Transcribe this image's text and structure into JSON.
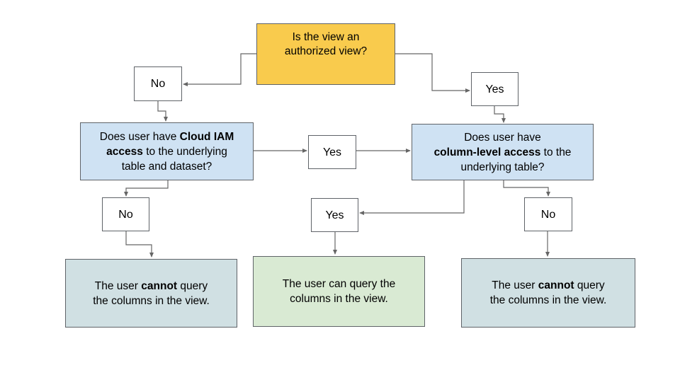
{
  "colors": {
    "decision_fill": "#f9cb4d",
    "question_fill": "#cfe2f3",
    "success_fill": "#d9ead3",
    "failure_fill": "#d0e0e3",
    "label_fill": "#ffffff",
    "border": "#5f6368",
    "connector": "#666666",
    "text": "#000000"
  },
  "nodes": {
    "q_authorized": {
      "lines": [
        [
          {
            "t": "Is the view an",
            "b": 0
          }
        ],
        [
          {
            "t": "authorized view?",
            "b": 0
          }
        ]
      ]
    },
    "no_top": {
      "label": "No"
    },
    "yes_top": {
      "label": "Yes"
    },
    "q_iam": {
      "lines": [
        [
          {
            "t": "Does user have ",
            "b": 0
          },
          {
            "t": "Cloud IAM",
            "b": 1
          }
        ],
        [
          {
            "t": "access",
            "b": 1
          },
          {
            "t": " to the underlying",
            "b": 0
          }
        ],
        [
          {
            "t": "table and dataset?",
            "b": 0
          }
        ]
      ]
    },
    "yes_mid": {
      "label": "Yes"
    },
    "q_column": {
      "lines": [
        [
          {
            "t": "Does user have",
            "b": 0
          }
        ],
        [
          {
            "t": "column-level access",
            "b": 1
          },
          {
            "t": " to the",
            "b": 0
          }
        ],
        [
          {
            "t": "underlying table?",
            "b": 0
          }
        ]
      ]
    },
    "no_left": {
      "label": "No"
    },
    "yes_bottom": {
      "label": "Yes"
    },
    "no_right": {
      "label": "No"
    },
    "result_cannot_left": {
      "lines": [
        [
          {
            "t": "The user ",
            "b": 0
          },
          {
            "t": "cannot",
            "b": 1
          },
          {
            "t": " query",
            "b": 0
          }
        ],
        [
          {
            "t": "the columns in the view.",
            "b": 0
          }
        ]
      ]
    },
    "result_can": {
      "lines": [
        [
          {
            "t": "The user can query the",
            "b": 0
          }
        ],
        [
          {
            "t": "columns in the view.",
            "b": 0
          }
        ]
      ]
    },
    "result_cannot_right": {
      "lines": [
        [
          {
            "t": "The user ",
            "b": 0
          },
          {
            "t": "cannot",
            "b": 1
          },
          {
            "t": " query",
            "b": 0
          }
        ],
        [
          {
            "t": "the columns in the view.",
            "b": 0
          }
        ]
      ]
    }
  }
}
